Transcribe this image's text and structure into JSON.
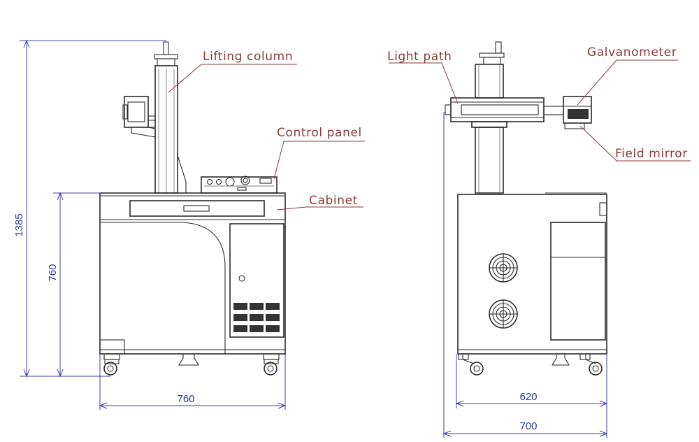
{
  "labels": {
    "lifting_column": "Lifting column",
    "control_panel": "Control panel",
    "cabinet": "Cabinet",
    "light_path": "Light path",
    "galvanometer": "Galvanometer",
    "field_mirror": "Field mirror"
  },
  "dimensions": {
    "total_height": "1385",
    "cabinet_height": "760",
    "front_width": "760",
    "side_cabinet_width": "620",
    "side_total_width": "700"
  },
  "colors": {
    "label": "#8a3a3a",
    "dimension": "#3a3fb0",
    "line": "#2b2b2b"
  }
}
